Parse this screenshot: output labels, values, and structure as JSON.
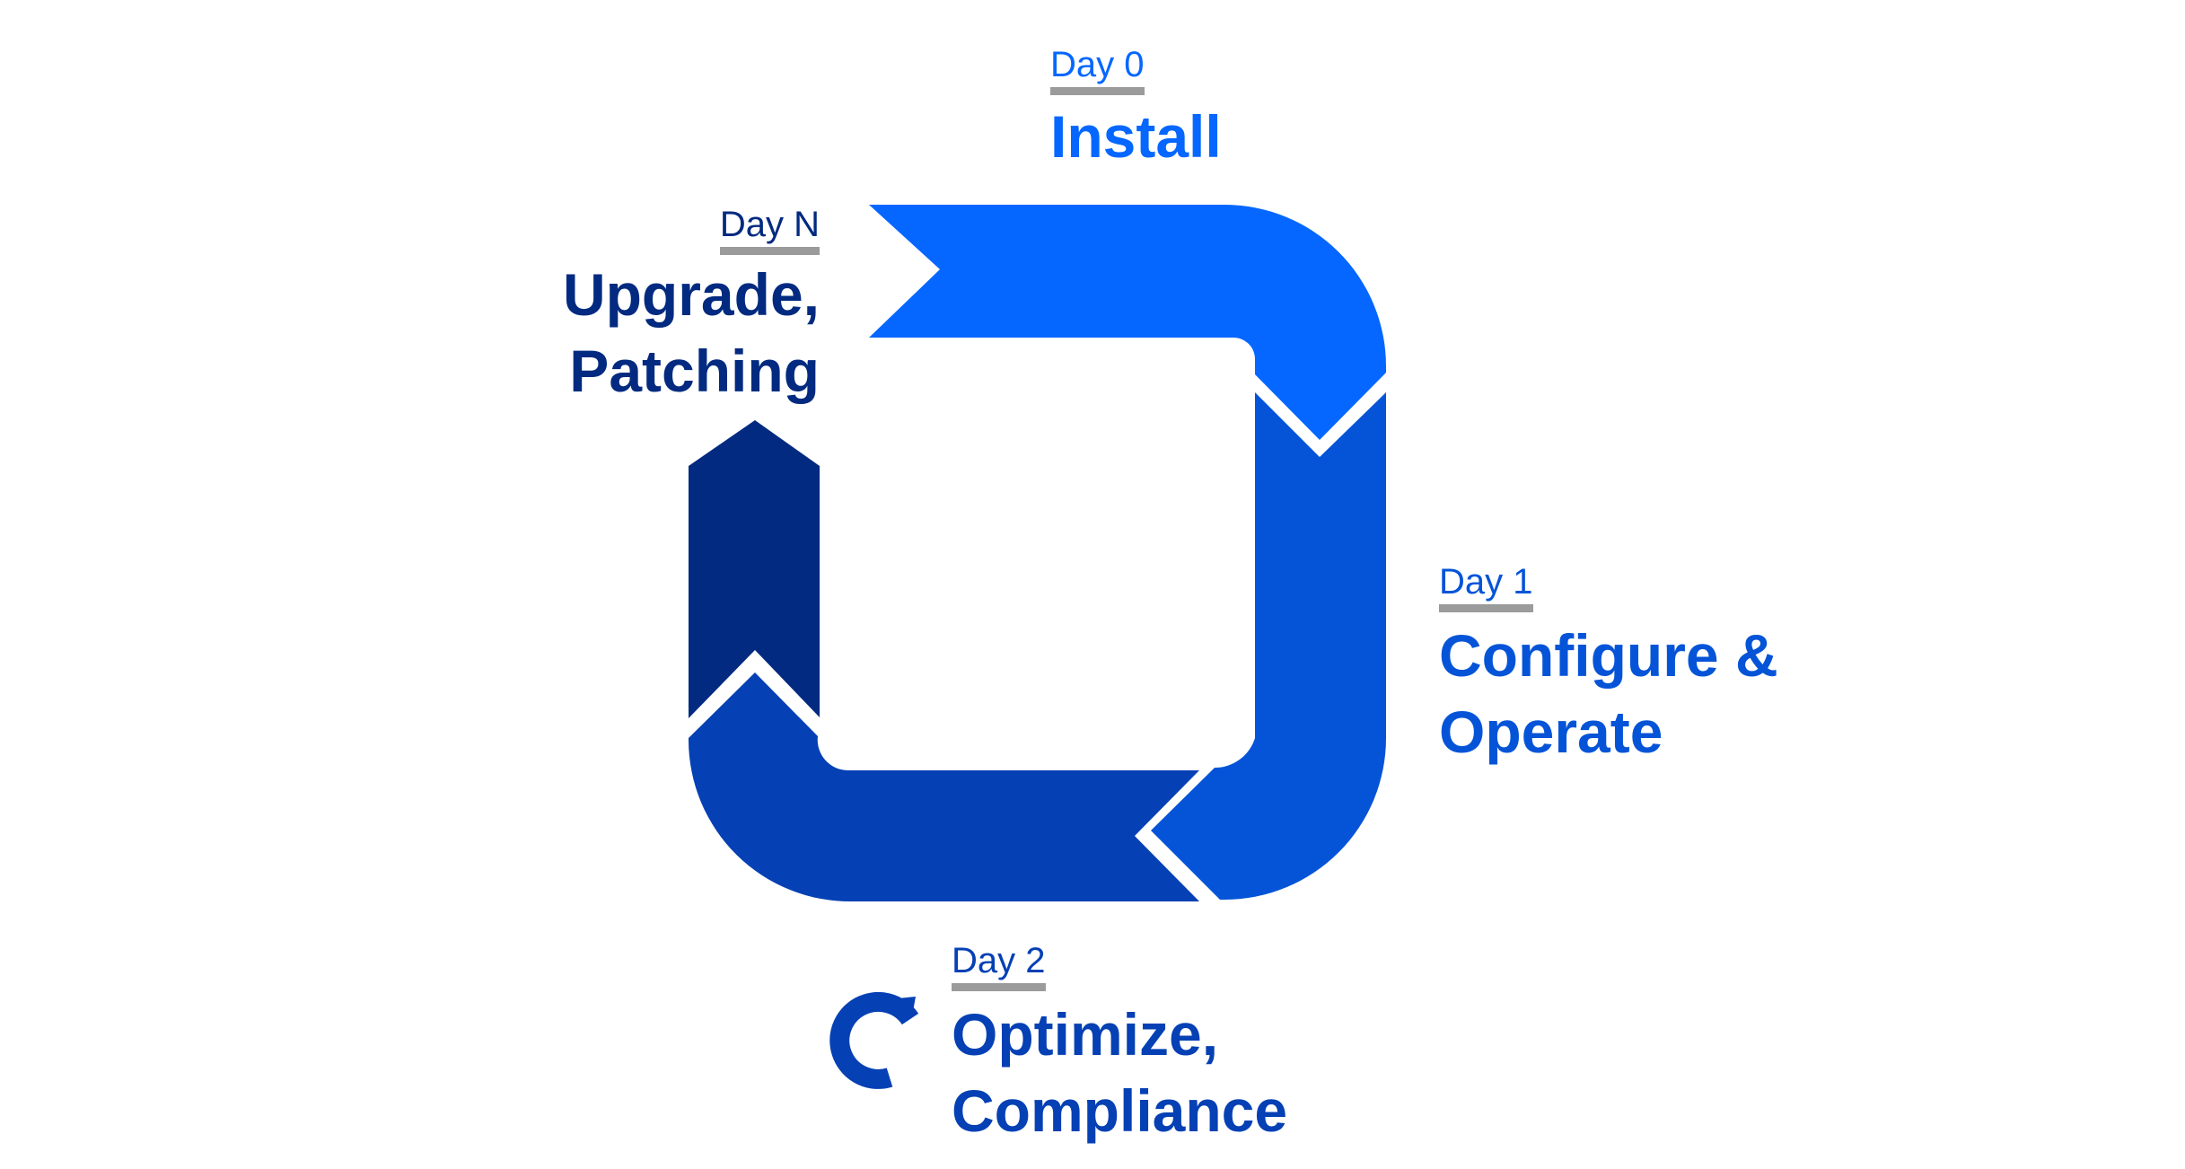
{
  "colors": {
    "install": "#0567ff",
    "configure": "#0554d8",
    "optimize": "#0540b4",
    "upgrade": "#022a80",
    "underline": "#9b9b9b"
  },
  "stages": {
    "day0": {
      "day": "Day 0",
      "title": "Install"
    },
    "day1": {
      "day": "Day 1",
      "title_line1": "Configure &",
      "title_line2": "Operate"
    },
    "day2": {
      "day": "Day 2",
      "title_line1": "Optimize,",
      "title_line2": "Compliance",
      "icon": "refresh-icon"
    },
    "dayN": {
      "day": "Day N",
      "title_line1": "Upgrade,",
      "title_line2": "Patching"
    }
  }
}
